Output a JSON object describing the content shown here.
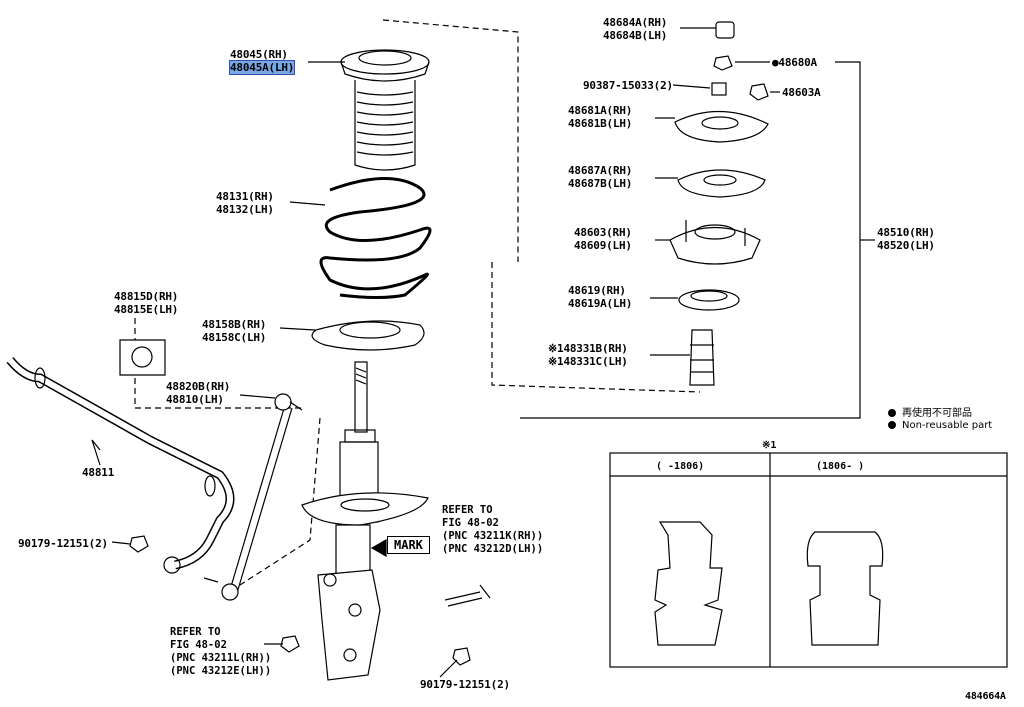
{
  "labels": {
    "p48045": [
      "48045(RH)",
      "48045A(LH)"
    ],
    "p48131": [
      "48131(RH)",
      "48132(LH)"
    ],
    "p48158": [
      "48158B(RH)",
      "48158C(LH)"
    ],
    "p48815": [
      "48815D(RH)",
      "48815E(LH)"
    ],
    "p48820": [
      "48820B(RH)",
      "48810(LH)"
    ],
    "p48811": "48811",
    "p90179a": "90179-12151(2)",
    "p90179b": "90179-12151(2)",
    "p48684": [
      "48684A(RH)",
      "48684B(LH)"
    ],
    "p48680": "●48680A",
    "p90387": "90387-15033(2)",
    "p48603A": "48603A",
    "p48681": [
      "48681A(RH)",
      "48681B(LH)"
    ],
    "p48687": [
      "48687A(RH)",
      "48687B(LH)"
    ],
    "p48603": [
      "48603(RH)",
      "48609(LH)"
    ],
    "p48510": [
      "48510(RH)",
      "48520(LH)"
    ],
    "p48619": [
      "48619(RH)",
      "48619A(LH)"
    ],
    "p48331": [
      "※148331B(RH)",
      "※148331C(LH)"
    ]
  },
  "refs": {
    "right": [
      "REFER TO",
      "FIG 48-02",
      "(PNC 43211K(RH))",
      "(PNC 43212D(LH))"
    ],
    "left": [
      "REFER TO",
      "FIG 48-02",
      "(PNC 43211L(RH))",
      "(PNC 43212E(LH))"
    ]
  },
  "mark_label": "MARK",
  "legend": [
    "再使用不可部品",
    "Non-reusable part"
  ],
  "inset": {
    "note": "※1",
    "left_header": "(   -1806)",
    "right_header": "(1806-   )"
  },
  "diagram_id": "484664A",
  "highlight_color": "#7aa7e6"
}
